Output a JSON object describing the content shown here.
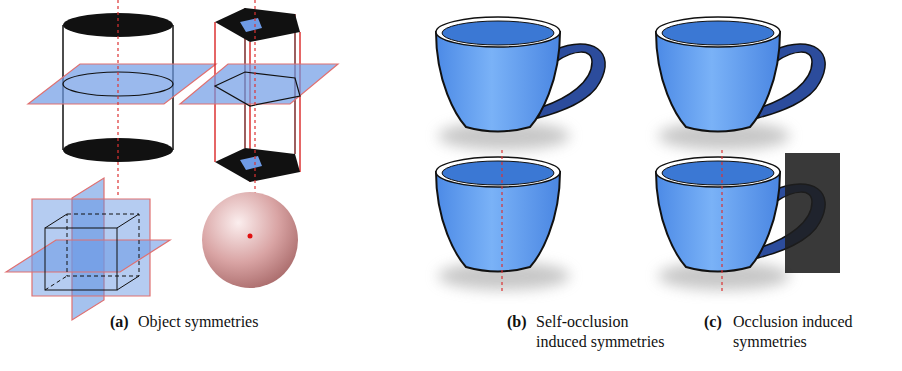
{
  "diagram": {
    "labels": [
      "(a)",
      "Object symmetries",
      "(b)",
      "Self-occlusion induced symmetries",
      "(c)",
      "Occlusion induced symmetries"
    ]
  }
}
